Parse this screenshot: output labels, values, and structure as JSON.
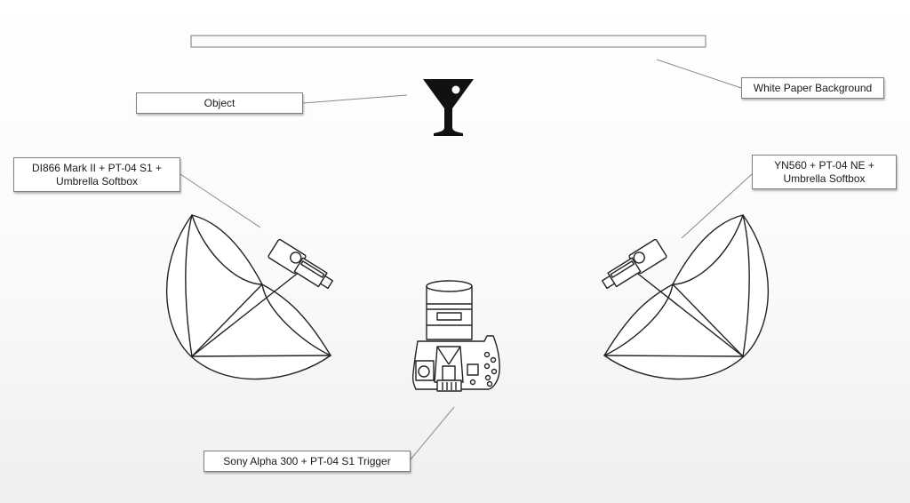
{
  "labels": {
    "background": "White Paper Background",
    "object": "Object",
    "left_flash_line1": "DI866 Mark II + PT-04 S1 +",
    "left_flash_line2": "Umbrella Softbox",
    "right_flash_line1": "YN560 + PT-04 NE +",
    "right_flash_line2": "Umbrella Softbox",
    "camera": "Sony Alpha 300 + PT-04 S1 Trigger"
  },
  "colors": {
    "stroke": "#222222",
    "leader": "#8a8a8a",
    "label_border": "#808080",
    "glass_fill": "#111111"
  },
  "icons": {
    "object": "martini-glass-icon",
    "left_light": "umbrella-flash-icon",
    "right_light": "umbrella-flash-icon",
    "camera": "dslr-camera-icon",
    "backdrop": "paper-backdrop-bar"
  }
}
